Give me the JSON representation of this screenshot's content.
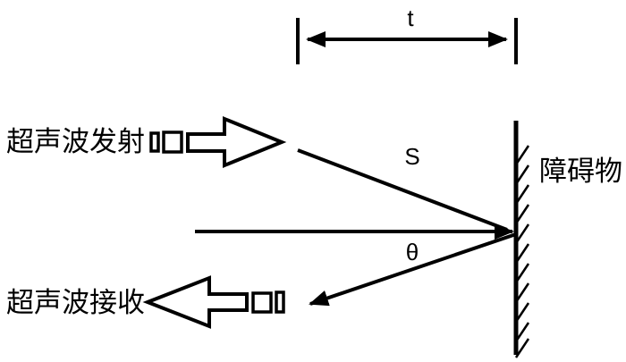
{
  "diagram": {
    "labels": {
      "transmitter": "超声波发射",
      "receiver": "超声波接收",
      "obstacle": "障碍物",
      "time": "t",
      "distance": "S",
      "angle": "θ"
    },
    "colors": {
      "ink": "#000000",
      "background": "#ffffff"
    }
  }
}
